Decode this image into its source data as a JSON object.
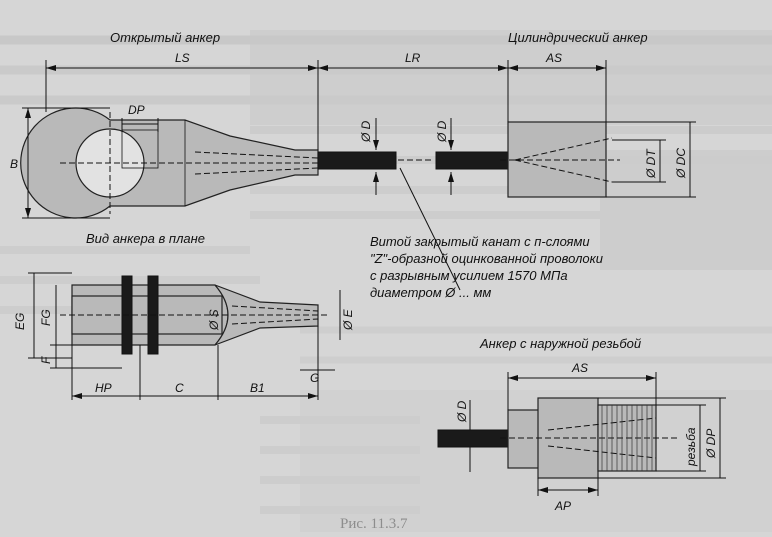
{
  "labels": {
    "open_anchor": "Открытый анкер",
    "cylindrical_anchor": "Цилиндрический анкер",
    "plan_view": "Вид анкера в плане",
    "cable_line1": "Витой закрытый канат с п-слоями",
    "cable_line2": "\"Z\"-образной оцинкованной проволоки",
    "cable_line3": "с разрывным усилием 1570 МПа",
    "cable_line4": "диаметром Ø ... мм",
    "threaded_anchor": "Анкер с наружной резьбой",
    "figure_caption": "Рис. 11.3.7"
  },
  "dimensions": {
    "ls": "LS",
    "lr": "LR",
    "as_top": "AS",
    "dp_open": "DP",
    "b": "B",
    "d_open": "Ø D",
    "d_cyl": "Ø D",
    "dt": "Ø DT",
    "dc": "Ø DC",
    "eg": "EG",
    "fg": "FG",
    "f": "F",
    "s": "Ø S",
    "e": "Ø E",
    "g": "G",
    "hp": "HP",
    "c": "C",
    "b1": "B1",
    "as_bottom": "AS",
    "d_thread": "Ø D",
    "thread": "резьба",
    "dp_thread": "Ø DP",
    "ap": "AP"
  }
}
